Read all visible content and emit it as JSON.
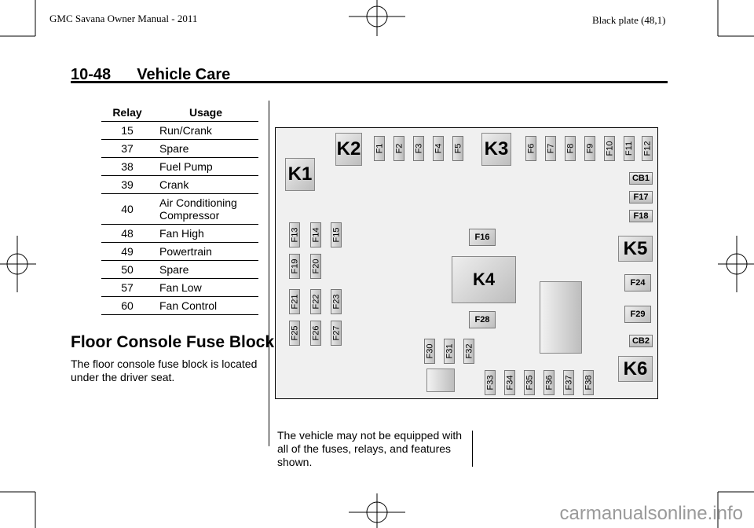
{
  "print_header": {
    "left": "GMC Savana Owner Manual - 2011",
    "right": "Black plate (48,1)"
  },
  "page": {
    "number": "10-48",
    "section": "Vehicle Care"
  },
  "relay_table": {
    "headers": [
      "Relay",
      "Usage"
    ],
    "rows": [
      {
        "relay": "15",
        "usage": "Run/Crank"
      },
      {
        "relay": "37",
        "usage": "Spare"
      },
      {
        "relay": "38",
        "usage": "Fuel Pump"
      },
      {
        "relay": "39",
        "usage": "Crank"
      },
      {
        "relay": "40",
        "usage": "Air Conditioning Compressor"
      },
      {
        "relay": "48",
        "usage": "Fan High"
      },
      {
        "relay": "49",
        "usage": "Powertrain"
      },
      {
        "relay": "50",
        "usage": "Spare"
      },
      {
        "relay": "57",
        "usage": "Fan Low"
      },
      {
        "relay": "60",
        "usage": "Fan Control"
      }
    ]
  },
  "section_title": "Floor Console Fuse Block",
  "intro_text": "The floor console fuse block is located under the driver seat.",
  "note_text": "The vehicle may not be equipped with all of the fuses, relays, and features shown.",
  "diagram": {
    "relays": {
      "K1": "K1",
      "K2": "K2",
      "K3": "K3",
      "K4": "K4",
      "K5": "K5",
      "K6": "K6"
    },
    "fuses": {
      "F1": "F1",
      "F2": "F2",
      "F3": "F3",
      "F4": "F4",
      "F5": "F5",
      "F6": "F6",
      "F7": "F7",
      "F8": "F8",
      "F9": "F9",
      "F10": "F10",
      "F11": "F11",
      "F12": "F12",
      "F13": "F13",
      "F14": "F14",
      "F15": "F15",
      "F16": "F16",
      "F17": "F17",
      "F18": "F18",
      "F19": "F19",
      "F20": "F20",
      "F21": "F21",
      "F22": "F22",
      "F23": "F23",
      "F24": "F24",
      "F25": "F25",
      "F26": "F26",
      "F27": "F27",
      "F28": "F28",
      "F29": "F29",
      "F30": "F30",
      "F31": "F31",
      "F32": "F32",
      "F33": "F33",
      "F34": "F34",
      "F35": "F35",
      "F36": "F36",
      "F37": "F37",
      "F38": "F38"
    },
    "breakers": {
      "CB1": "CB1",
      "CB2": "CB2"
    }
  },
  "watermark": "carmanualsonline.info"
}
